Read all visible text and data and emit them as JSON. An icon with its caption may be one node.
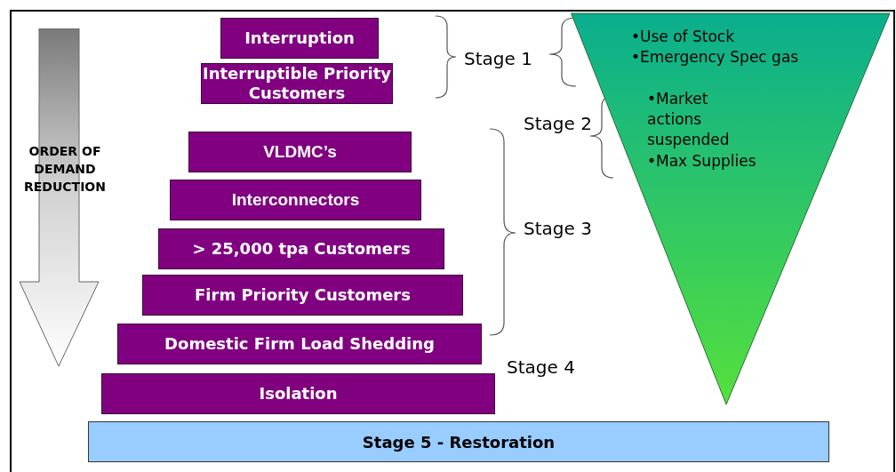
{
  "diagram": {
    "nodes": [
      {
        "text": [
          "Interruption"
        ]
      },
      {
        "text": [
          "Interruptible Priority Customers"
        ]
      },
      {
        "text": [
          "VLDMC’s"
        ]
      },
      {
        "text": [
          "Interconnectors"
        ]
      },
      {
        "text": [
          "> 25,000 tpa Customers"
        ]
      },
      {
        "text": [
          "Firm Priority Customers"
        ]
      },
      {
        "text": [
          "Domestic Firm Load Shedding"
        ]
      },
      {
        "text": [
          "Isolation"
        ]
      },
      {
        "text": [
          "Stage 5 - Restoration"
        ]
      },
      {
        "text": [
          "ORDER OF DEMAND REDUCTION"
        ]
      },
      {
        "text": [
          "•Use of Stock",
          "•Emergency Spec gas",
          "•Market actions suspended",
          "•Max Supplies"
        ]
      }
    ],
    "edges": [],
    "labels": [
      "Stage 1",
      "Stage 2",
      "Stage 3",
      "Stage 4"
    ]
  }
}
